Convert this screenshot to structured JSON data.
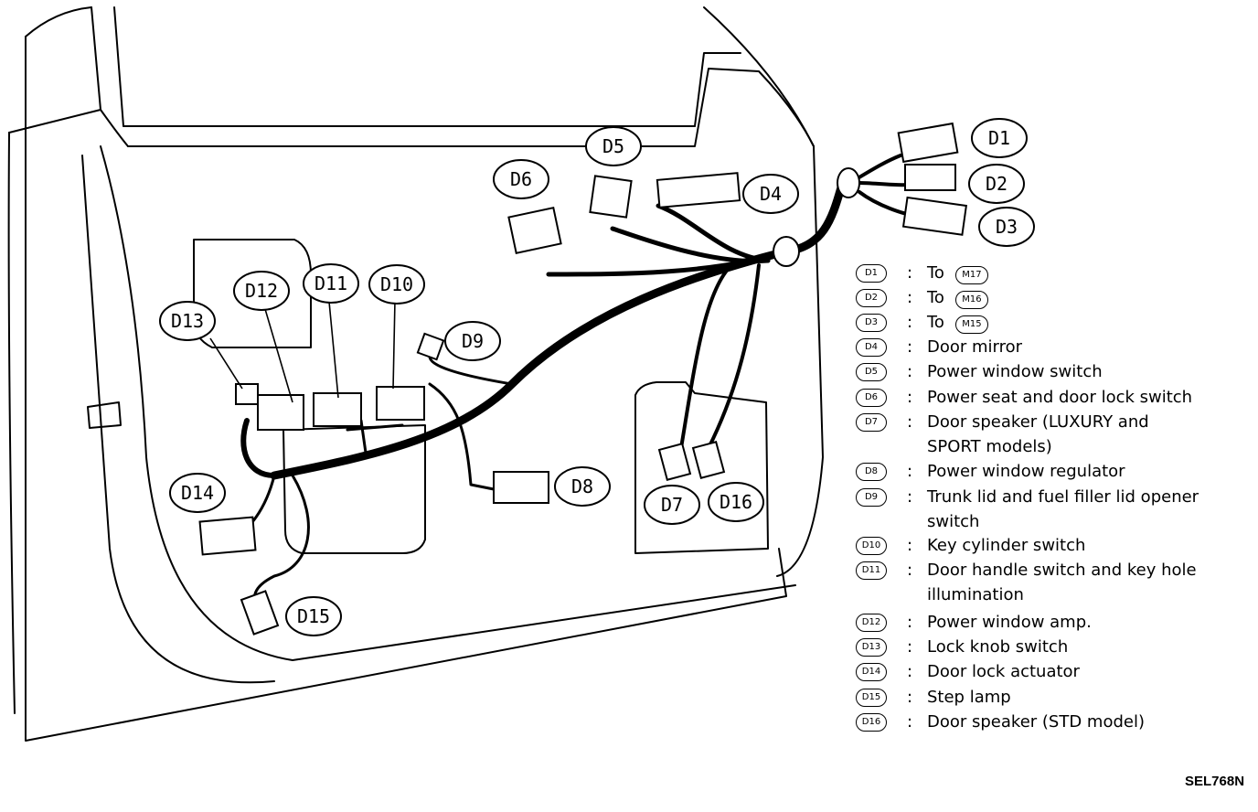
{
  "callouts": [
    "D1",
    "D2",
    "D3",
    "D4",
    "D5",
    "D6",
    "D7",
    "D8",
    "D9",
    "D10",
    "D11",
    "D12",
    "D13",
    "D14",
    "D15",
    "D16"
  ],
  "legend": [
    {
      "code": "D1",
      "text": "To",
      "target": "M17"
    },
    {
      "code": "D2",
      "text": "To",
      "target": "M16"
    },
    {
      "code": "D3",
      "text": "To",
      "target": "M15"
    },
    {
      "code": "D4",
      "text": "Door mirror"
    },
    {
      "code": "D5",
      "text": "Power window switch"
    },
    {
      "code": "D6",
      "text": "Power seat and door lock switch"
    },
    {
      "code": "D7",
      "text": "Door speaker (LUXURY and",
      "cont": "SPORT models)"
    },
    {
      "code": "D8",
      "text": "Power window regulator"
    },
    {
      "code": "D9",
      "text": "Trunk lid and fuel filler lid opener",
      "cont": "switch"
    },
    {
      "code": "D10",
      "text": "Key cylinder switch"
    },
    {
      "code": "D11",
      "text": "Door handle switch and key hole",
      "cont": "illumination"
    },
    {
      "code": "D12",
      "text": "Power window amp."
    },
    {
      "code": "D13",
      "text": "Lock knob switch"
    },
    {
      "code": "D14",
      "text": "Door lock actuator"
    },
    {
      "code": "D15",
      "text": "Step lamp"
    },
    {
      "code": "D16",
      "text": "Door speaker (STD model)"
    }
  ],
  "colon": ":",
  "figure_code": "SEL768N"
}
